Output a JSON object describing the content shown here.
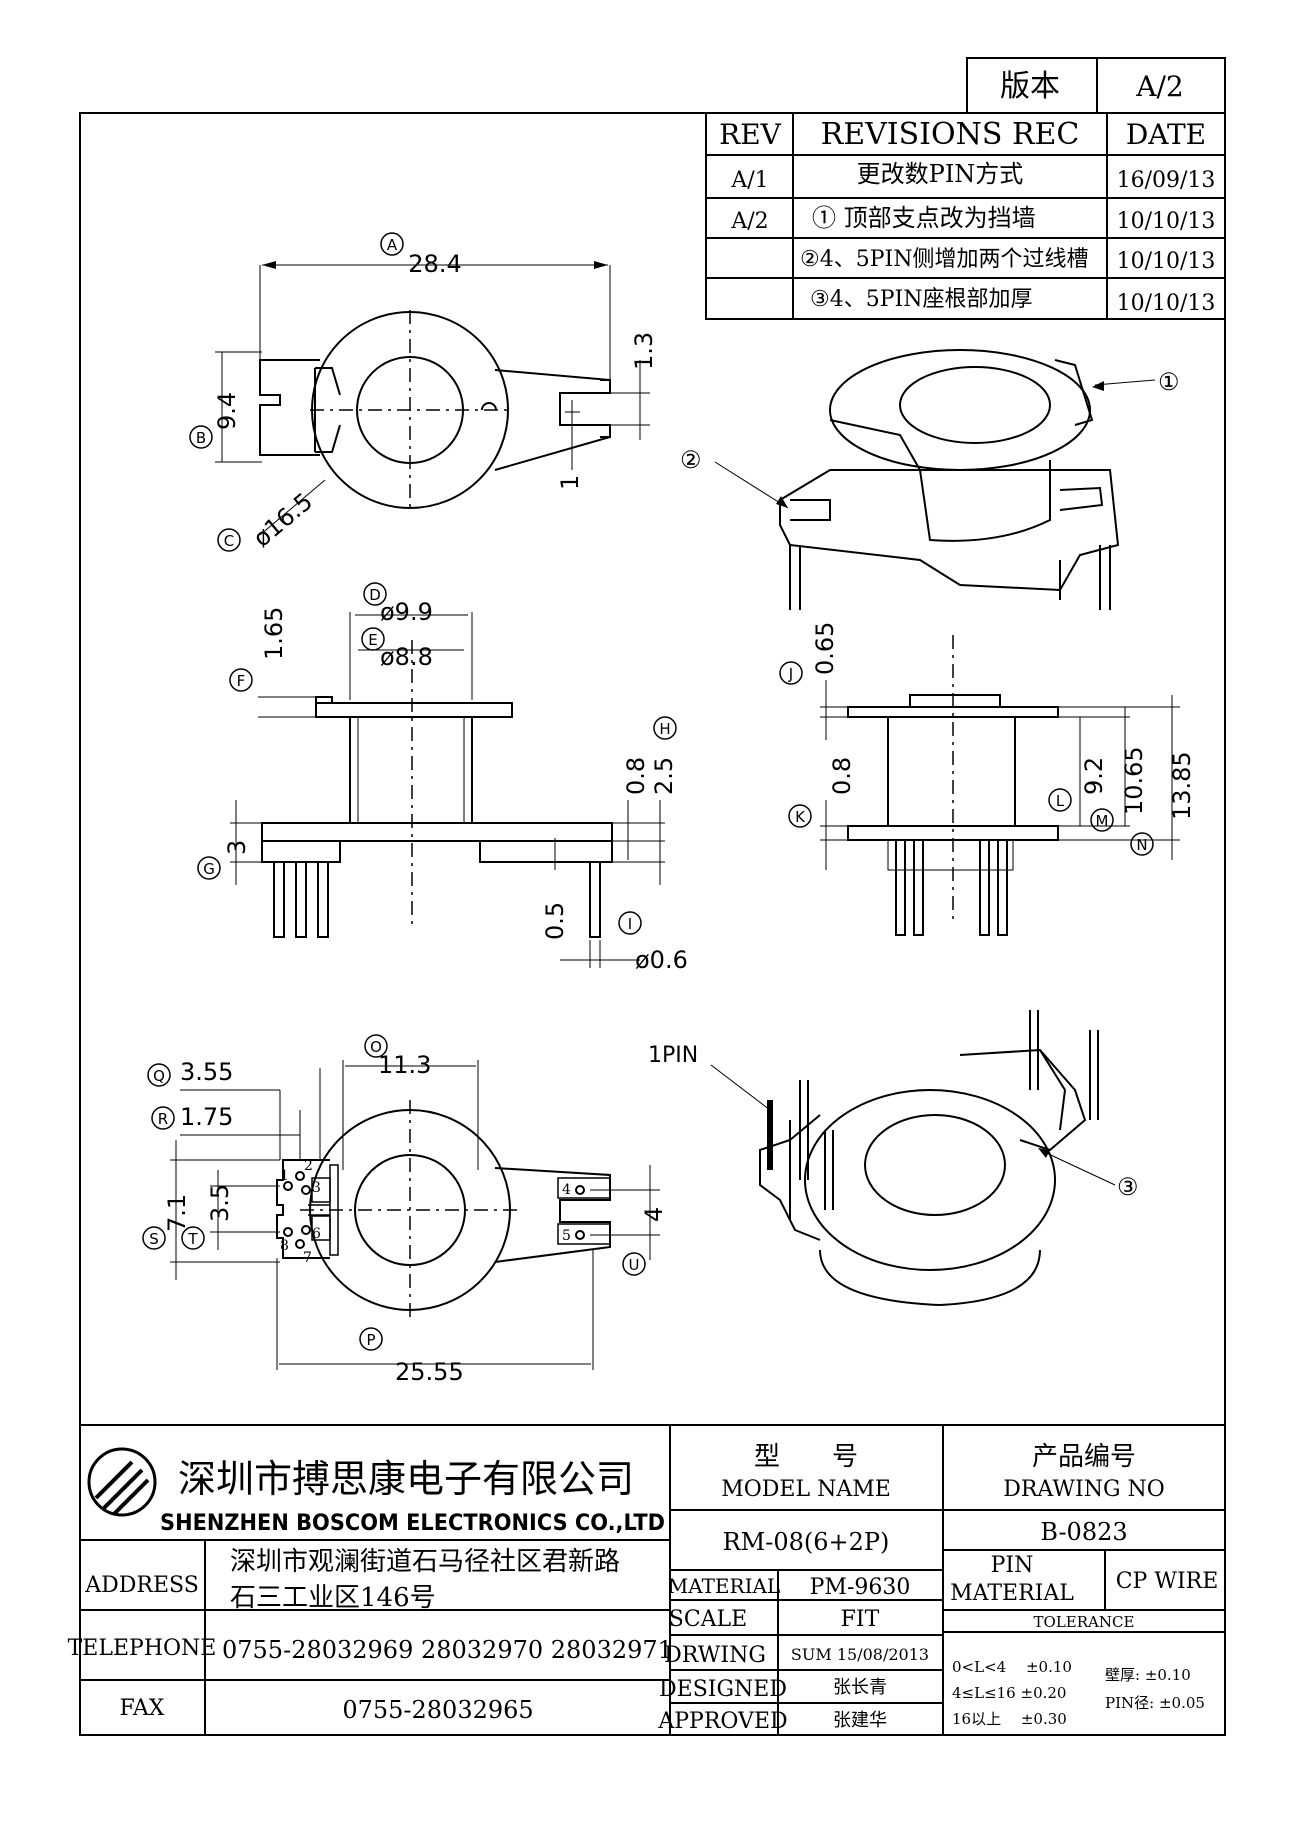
{
  "version": {
    "label": "版本",
    "value": "A/2"
  },
  "revisions": {
    "headers": {
      "rev": "REV",
      "rec": "REVISIONS REC",
      "date": "DATE"
    },
    "rows": [
      {
        "rev": "A/1",
        "rec": "更改数PIN方式",
        "date": "16/09/13"
      },
      {
        "rev": "A/2",
        "rec": "① 顶部支点改为挡墙",
        "date": "10/10/13"
      },
      {
        "rev": "",
        "rec": "②4、5PIN侧增加两个过线槽",
        "date": "10/10/13"
      },
      {
        "rev": "",
        "rec": "③4、5PIN座根部加厚",
        "date": "10/10/13"
      }
    ]
  },
  "dims": {
    "A": "28.4",
    "B": "9.4",
    "C": "ø16.5",
    "top_1_3": "1.3",
    "top_1": "1",
    "D": "ø9.9",
    "E": "ø8.8",
    "F": "1.65",
    "G": "3",
    "H_08": "0.8",
    "H": "2.5",
    "I_05": "0.5",
    "I": "ø0.6",
    "J": "0.65",
    "K": "0.8",
    "L": "9.2",
    "M": "10.65",
    "N": "13.85",
    "O": "11.3",
    "P": "25.55",
    "Q": "3.55",
    "R": "1.75",
    "S": "7.1",
    "T": "3.5",
    "U": "4"
  },
  "markers": [
    "A",
    "B",
    "C",
    "D",
    "E",
    "F",
    "G",
    "H",
    "I",
    "J",
    "K",
    "L",
    "M",
    "N",
    "O",
    "P",
    "Q",
    "R",
    "S",
    "T",
    "U"
  ],
  "callouts": {
    "c1": "①",
    "c2": "②",
    "c3": "③",
    "pin1": "1PIN"
  },
  "pins": [
    "1",
    "2",
    "3",
    "4",
    "5",
    "6",
    "7",
    "8"
  ],
  "title_block": {
    "company_cn": "深圳市搏思康电子有限公司",
    "company_en": "SHENZHEN BOSCOM ELECTRONICS CO.,LTD",
    "model_cn": "型　　号",
    "model_en": "MODEL NAME",
    "model_value": "RM-08(6+2P)",
    "drawing_cn": "产品编号",
    "drawing_en": "DRAWING NO",
    "drawing_value": "B-0823",
    "address_label": "ADDRESS",
    "address_line1": "深圳市观澜街道石马径社区君新路",
    "address_line2": "石三工业区146号",
    "telephone_label": "TELEPHONE",
    "telephone": "0755-28032969 28032970 28032971",
    "fax_label": "FAX",
    "fax": "0755-28032965",
    "material_label": "MATERIAL",
    "material": "PM-9630",
    "scale_label": "SCALE",
    "scale": "FIT",
    "drwing_label": "DRWING",
    "drwing": "SUM 15/08/2013",
    "designed_label": "DESIGNED",
    "designed": "张长青",
    "approved_label": "APPROVED",
    "approved": "张建华",
    "pin_label": "PIN",
    "pin_material_label": "MATERIAL",
    "pin_material": "CP WIRE",
    "tolerance_label": "TOLERANCE",
    "tol1": "0<L<4　 ±0.10",
    "tol2": "4≤L≤16 ±0.20",
    "tol3": "16以上　 ±0.30",
    "wall": "壁厚:  ±0.10",
    "pin_dia": "PIN径: ±0.05"
  }
}
